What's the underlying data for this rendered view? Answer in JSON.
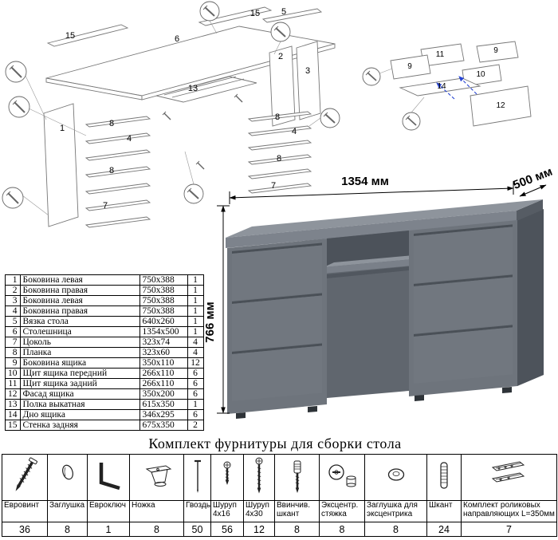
{
  "dimensions": {
    "width_label": "1354 мм",
    "depth_label": "500 мм",
    "height_label": "766 мм"
  },
  "parts": {
    "rows": [
      {
        "num": "1",
        "name": "Боковина левая",
        "size": "750x388",
        "qty": "1"
      },
      {
        "num": "2",
        "name": "Боковина правая",
        "size": "750x388",
        "qty": "1"
      },
      {
        "num": "3",
        "name": "Боковина левая",
        "size": "750x388",
        "qty": "1"
      },
      {
        "num": "4",
        "name": "Боковина правая",
        "size": "750x388",
        "qty": "1"
      },
      {
        "num": "5",
        "name": "Вязка стола",
        "size": "640x260",
        "qty": "1"
      },
      {
        "num": "6",
        "name": "Столешница",
        "size": "1354x500",
        "qty": "1"
      },
      {
        "num": "7",
        "name": "Цоколь",
        "size": "323x74",
        "qty": "4"
      },
      {
        "num": "8",
        "name": "Планка",
        "size": "323x60",
        "qty": "4"
      },
      {
        "num": "9",
        "name": "Боковина ящика",
        "size": "350x110",
        "qty": "12"
      },
      {
        "num": "10",
        "name": "Щит ящика передний",
        "size": "266x110",
        "qty": "6"
      },
      {
        "num": "11",
        "name": "Щит ящика задний",
        "size": "266x110",
        "qty": "6"
      },
      {
        "num": "12",
        "name": "Фасад ящика",
        "size": "350x200",
        "qty": "6"
      },
      {
        "num": "13",
        "name": "Полка выкатная",
        "size": "615x350",
        "qty": "1"
      },
      {
        "num": "14",
        "name": "Дно ящика",
        "size": "346x295",
        "qty": "6"
      },
      {
        "num": "15",
        "name": "Стенка задняя",
        "size": "675x350",
        "qty": "2"
      }
    ]
  },
  "hardware": {
    "title": "Комплект фурнитуры для сборки стола",
    "items": [
      {
        "name": "Евровинт",
        "qty": "36",
        "icon": "confirmat-screw"
      },
      {
        "name": "Заглушка",
        "qty": "8",
        "icon": "cover-cap"
      },
      {
        "name": "Евроключ",
        "qty": "1",
        "icon": "hex-key"
      },
      {
        "name": "Ножка",
        "qty": "8",
        "icon": "furniture-foot"
      },
      {
        "name": "Гвоздь",
        "qty": "50",
        "icon": "nail"
      },
      {
        "name": "Шуруп 4x16",
        "qty": "56",
        "icon": "screw-4x16"
      },
      {
        "name": "Шуруп 4x30",
        "qty": "12",
        "icon": "screw-4x30"
      },
      {
        "name": "Ввинчив. шкант",
        "qty": "8",
        "icon": "screw-in-dowel"
      },
      {
        "name": "Эксцентр. стяжка",
        "qty": "8",
        "icon": "cam-lock"
      },
      {
        "name": "Заглушка для эксцентрика",
        "qty": "8",
        "icon": "cam-cover-cap"
      },
      {
        "name": "Шкант",
        "qty": "24",
        "icon": "wooden-dowel"
      },
      {
        "name": "Комплект роликовых направляющих L=350мм",
        "qty": "7",
        "icon": "roller-slides"
      }
    ]
  },
  "diagram_main": {
    "callouts": [
      "15",
      "6",
      "15",
      "5",
      "2",
      "3",
      "1",
      "13",
      "8",
      "4",
      "8",
      "7",
      "8",
      "4",
      "8",
      "7"
    ]
  },
  "diagram_drawer": {
    "callouts": [
      "11",
      "9",
      "9",
      "10",
      "14",
      "12"
    ]
  },
  "colors": {
    "desk_front": "#6e747c",
    "desk_top": "#8e949c",
    "desk_side": "#4d535b",
    "diagram_line": "#777777",
    "accent_blue": "#2745d4"
  }
}
